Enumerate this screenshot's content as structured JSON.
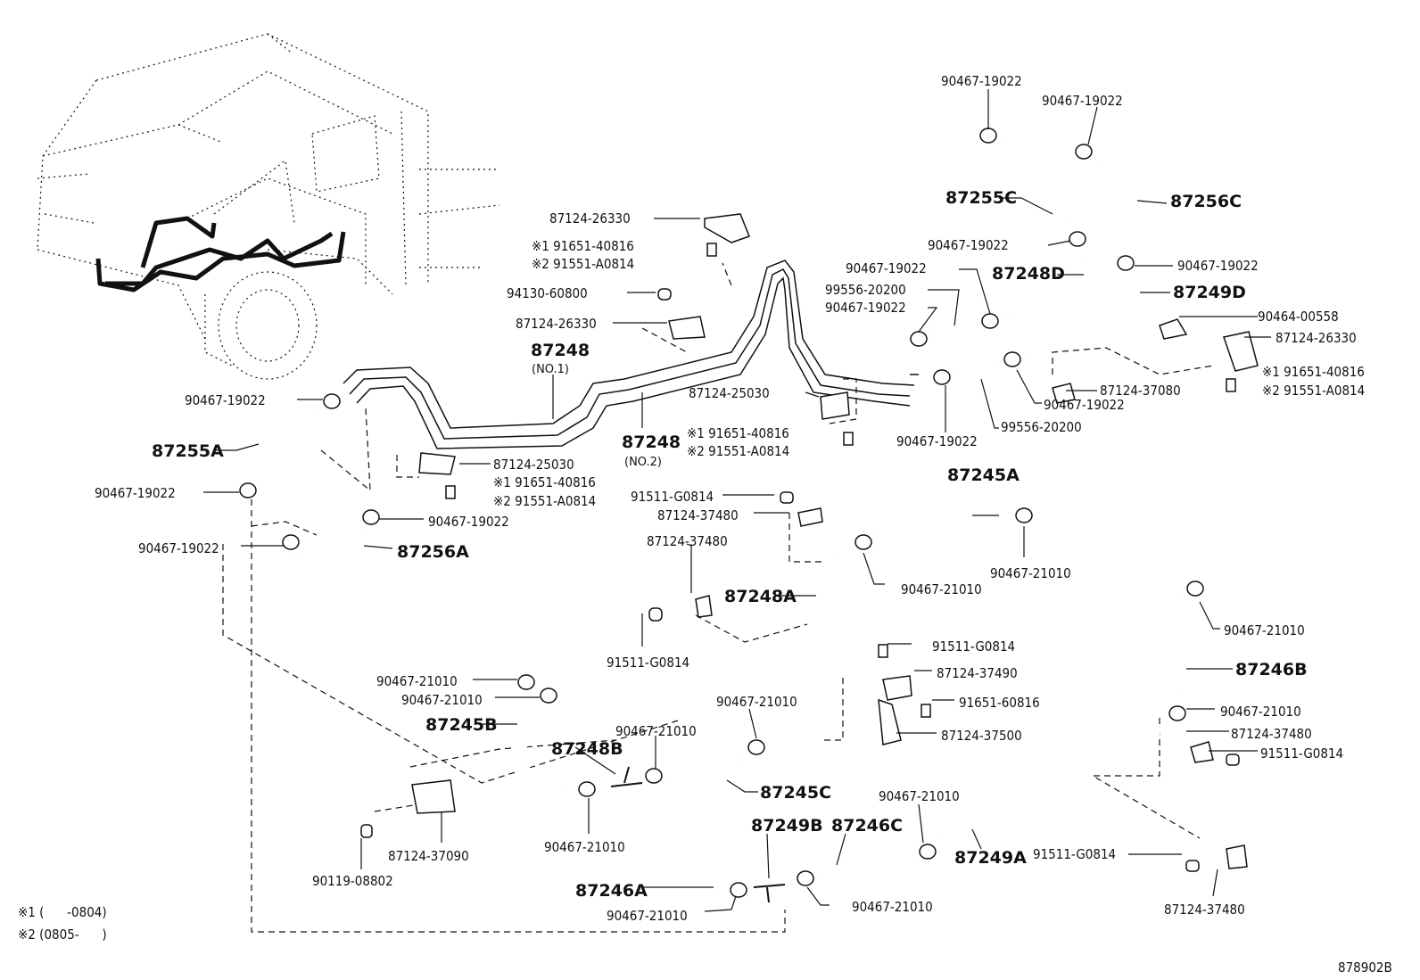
{
  "diagram_code": "878902B",
  "notes": {
    "n1": "※1 (      -0804)",
    "n2": "※2 (0805-      )"
  },
  "labels": {
    "l_90467_19022_a": "90467-19022",
    "l_90467_19022_b": "90467-19022",
    "p_87255C": "87255C",
    "p_87256C": "87256C",
    "l_90467_19022_c": "90467-19022",
    "l_90467_19022_d": "90467-19022",
    "l_90467_19022_e": "90467-19022",
    "p_87248D": "87248D",
    "p_87249D": "87249D",
    "l_99556_20200_a": "99556-20200",
    "l_90467_19022_f": "90467-19022",
    "l_90464_00558": "90464-00558",
    "l_87124_26330_r": "87124-26330",
    "l_91651_40816_r": "※1 91651-40816",
    "l_91551_A0814_r": "※2 91551-A0814",
    "l_87124_37080": "87124-37080",
    "l_90467_19022_g": "90467-19022",
    "l_99556_20200_b": "99556-20200",
    "l_90467_19022_h": "90467-19022",
    "l_87124_26330_a": "87124-26330",
    "l_91651_40816_a": "※1 91651-40816",
    "l_91551_A0814_a": "※2 91551-A0814",
    "l_94130_60800": "94130-60800",
    "l_87124_26330_b": "87124-26330",
    "p_87248_no1": "87248",
    "p_87248_no1_sub": "(NO.1)",
    "l_90467_19022_i": "90467-19022",
    "l_87124_25030_a": "87124-25030",
    "l_91651_40816_b": "※1 91651-40816",
    "l_91551_A0814_b": "※2 91551-A0814",
    "p_87248_no2": "87248",
    "p_87248_no2_sub": "(NO.2)",
    "p_87255A": "87255A",
    "l_90467_19022_j": "90467-19022",
    "l_87124_25030_b": "87124-25030",
    "l_91651_40816_c": "※1 91651-40816",
    "l_91551_A0814_c": "※2 91551-A0814",
    "l_90467_19022_k": "90467-19022",
    "l_90467_19022_l": "90467-19022",
    "p_87256A": "87256A",
    "l_91511_G0814_a": "91511-G0814",
    "l_87124_37480_a": "87124-37480",
    "p_87245A": "87245A",
    "l_87124_37480_b": "87124-37480",
    "l_90467_21010_a": "90467-21010",
    "l_90467_21010_b": "90467-21010",
    "p_87248A": "87248A",
    "l_91511_G0814_b": "91511-G0814",
    "l_90467_21010_c": "90467-21010",
    "p_87246B": "87246B",
    "l_91511_G0814_c": "91511-G0814",
    "l_87124_37490": "87124-37490",
    "l_91651_60816": "91651-60816",
    "l_87124_37500": "87124-37500",
    "l_90467_21010_d": "90467-21010",
    "l_90467_21010_e": "90467-21010",
    "p_87245B": "87245B",
    "l_90467_21010_f": "90467-21010",
    "p_87248B": "87248B",
    "l_90467_21010_g": "90467-21010",
    "l_90467_21010_h": "90467-21010",
    "l_87124_37480_c": "87124-37480",
    "l_91511_G0814_d": "91511-G0814",
    "p_87245C": "87245C",
    "l_90467_21010_i": "90467-21010",
    "l_87124_37090": "87124-37090",
    "l_90119_08802": "90119-08802",
    "l_90467_21010_j": "90467-21010",
    "p_87249B": "87249B",
    "p_87246C": "87246C",
    "p_87249A": "87249A",
    "l_91511_G0814_e": "91511-G0814",
    "p_87246A": "87246A",
    "l_90467_21010_k": "90467-21010",
    "l_90467_21010_l": "90467-21010",
    "l_87124_37480_d": "87124-37480"
  }
}
